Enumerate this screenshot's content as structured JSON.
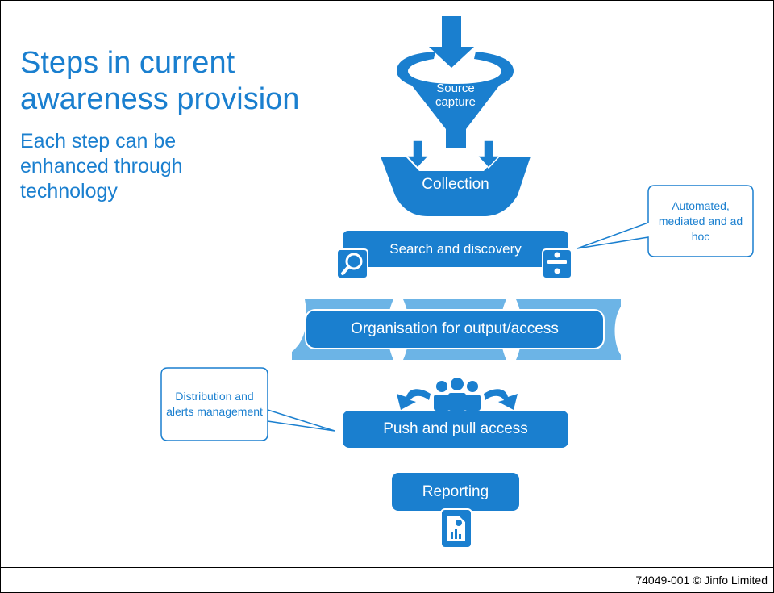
{
  "title": "Steps in current awareness provision",
  "subtitle": "Each step can be enhanced through technology",
  "steps": {
    "source_capture": "Source capture",
    "collection": "Collection",
    "search": "Search and discovery",
    "organisation": "Organisation for output/access",
    "push_pull": "Push and pull access",
    "reporting": "Reporting"
  },
  "callouts": {
    "automated": "Automated, mediated and ad hoc",
    "distribution": "Distribution and alerts management"
  },
  "footer": "74049-001 © Jinfo Limited",
  "colors": {
    "primary": "#1a7fcf",
    "light": "#6cb4e6",
    "text": "#ffffff"
  },
  "icons": [
    "down-arrow-icon",
    "funnel-icon",
    "magnifier-icon",
    "organizer-icon",
    "people-icon",
    "curved-arrow-icon",
    "report-icon"
  ]
}
